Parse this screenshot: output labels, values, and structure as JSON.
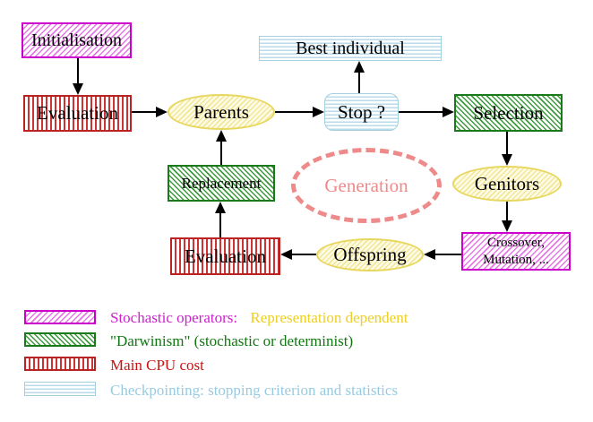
{
  "diagram": {
    "nodes": {
      "initialisation": {
        "label": "Initialisation"
      },
      "evaluation_top": {
        "label": "Evaluation"
      },
      "parents": {
        "label": "Parents"
      },
      "stop": {
        "label": "Stop ?"
      },
      "best_individual": {
        "label": "Best individual"
      },
      "selection": {
        "label": "Selection"
      },
      "genitors": {
        "label": "Genitors"
      },
      "crossover_mutation": {
        "line1": "Crossover,",
        "line2": "Mutation, ..."
      },
      "offspring": {
        "label": "Offspring"
      },
      "evaluation_bottom": {
        "label": "Evaluation"
      },
      "replacement": {
        "label": "Replacement"
      },
      "generation": {
        "label": "Generation"
      }
    },
    "legend": {
      "items": [
        {
          "swatch": "magenta-diagonal-hatch",
          "label": "Stochastic operators:",
          "label_suffix": "Representation dependent"
        },
        {
          "swatch": "green-diagonal-hatch",
          "label": "\"Darwinism\" (stochastic or determinist)"
        },
        {
          "swatch": "red-vertical-stripes",
          "label": "Main CPU cost"
        },
        {
          "swatch": "blue-horizontal-stripes",
          "label": "Checkpointing: stopping criterion and statistics"
        }
      ]
    },
    "colors": {
      "stochastic_magenta": "#cc00cc",
      "representation_gold": "#eecf22",
      "darwinism_green": "#117711",
      "cpu_red": "#cc1111",
      "checkpoint_blue": "#99cbe0",
      "generation_salmon": "#ee8a8a",
      "node_yellow_border": "#e8d75e",
      "arrow_black": "#000000"
    }
  }
}
